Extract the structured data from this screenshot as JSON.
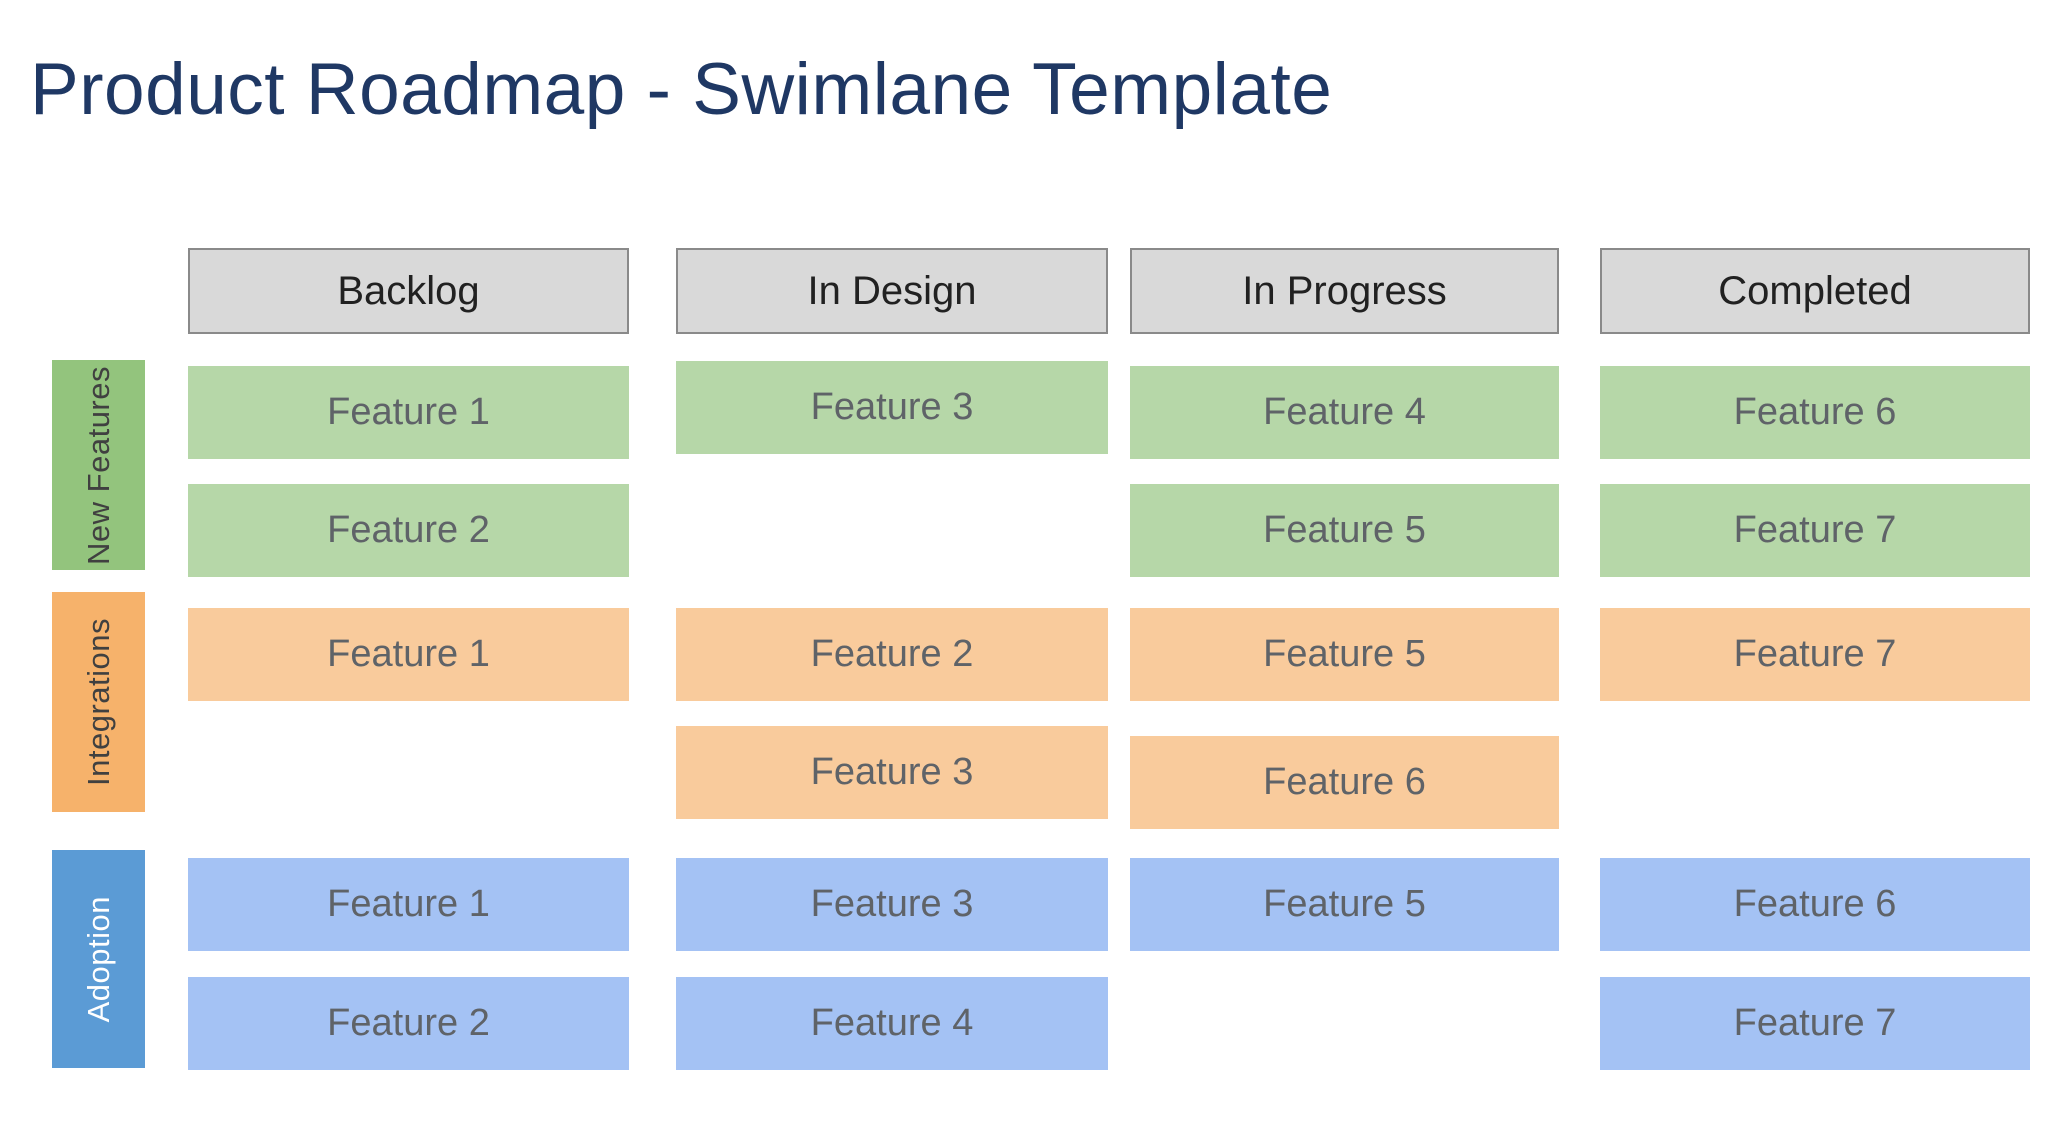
{
  "title": "Product Roadmap - Swimlane Template",
  "columns": [
    {
      "label": "Backlog"
    },
    {
      "label": "In Design"
    },
    {
      "label": "In Progress"
    },
    {
      "label": "Completed"
    }
  ],
  "lanes": [
    {
      "label": "New Features",
      "label_color": "#93C47D",
      "label_text_color": "#404040",
      "card_color": "#B6D7A8",
      "columns": [
        [
          "Feature 1",
          "Feature 2"
        ],
        [
          "Feature 3"
        ],
        [
          "Feature 4",
          "Feature 5"
        ],
        [
          "Feature 6",
          "Feature 7"
        ]
      ]
    },
    {
      "label": "Integrations",
      "label_color": "#F6B26B",
      "label_text_color": "#404040",
      "card_color": "#F9CB9C",
      "columns": [
        [
          "Feature 1"
        ],
        [
          "Feature 2",
          "Feature 3"
        ],
        [
          "Feature 5",
          "Feature 6"
        ],
        [
          "Feature 7"
        ]
      ]
    },
    {
      "label": "Adoption",
      "label_color": "#5B9BD5",
      "label_text_color": "#FFFFFF",
      "card_color": "#A4C2F4",
      "columns": [
        [
          "Feature 1",
          "Feature 2"
        ],
        [
          "Feature 3",
          "Feature 4"
        ],
        [
          "Feature 5"
        ],
        [
          "Feature 6",
          "Feature 7"
        ]
      ]
    }
  ],
  "colors": {
    "background": "#FFFFFF",
    "title_text": "#1F3864",
    "header_fill": "#D9D9D9",
    "header_border": "#8A8A8A",
    "header_text": "#212121",
    "card_text": "#5F6368"
  }
}
